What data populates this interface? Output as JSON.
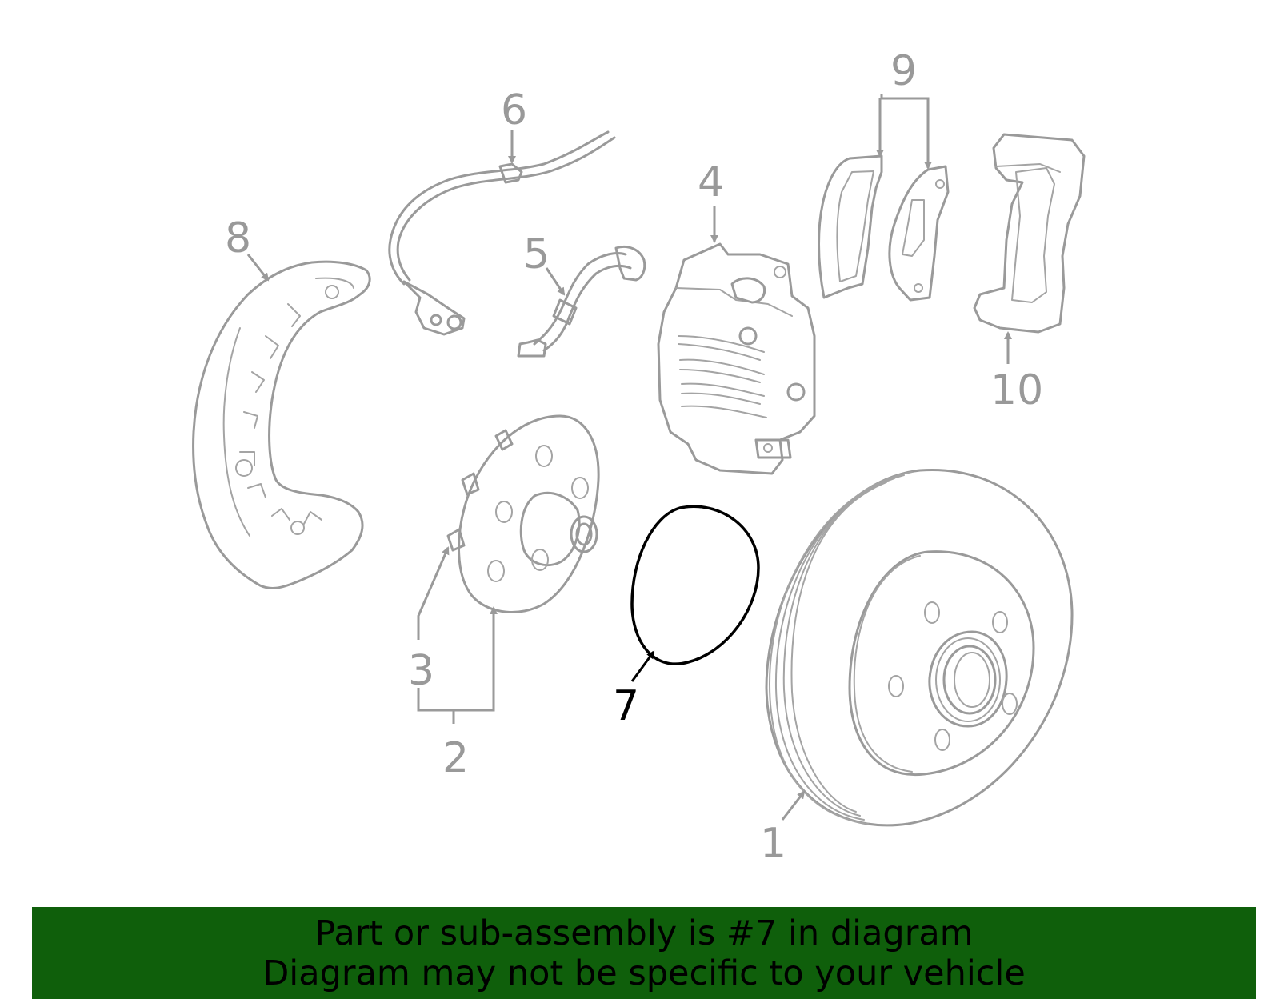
{
  "diagram": {
    "callouts": {
      "c1": "1",
      "c2": "2",
      "c3": "3",
      "c4": "4",
      "c5": "5",
      "c6": "6",
      "c7": "7",
      "c8": "8",
      "c9": "9",
      "c10": "10"
    },
    "highlight_part": "7",
    "colors": {
      "part_stroke": "#9a9a9a",
      "selected_stroke": "#000000",
      "banner_bg": "#0f5f0b"
    }
  },
  "banner": {
    "line1": "Part or sub-assembly is #7 in diagram",
    "line2": "Diagram may not be specific to your vehicle"
  }
}
